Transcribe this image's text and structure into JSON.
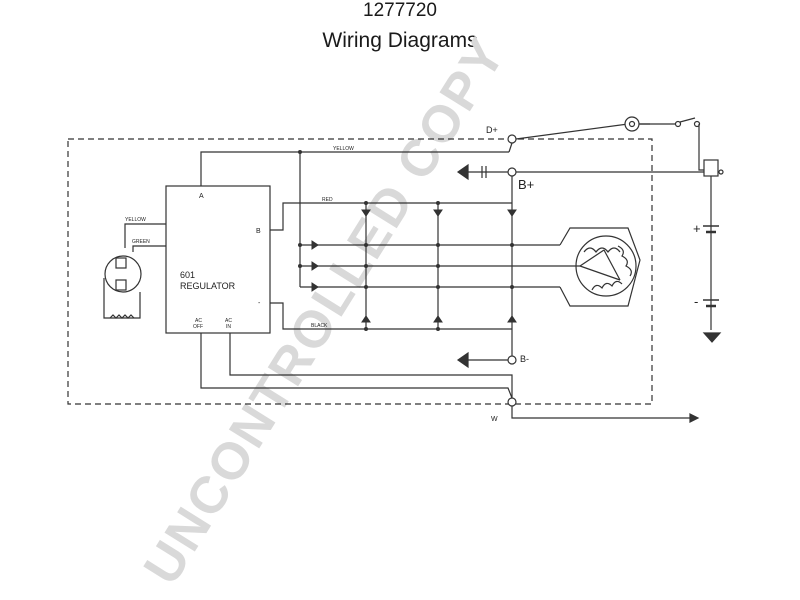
{
  "header": {
    "part_number": "1277720",
    "subtitle": "Wiring Diagrams"
  },
  "terminals": {
    "d_plus": "D+",
    "b_plus": "B+",
    "b_minus": "B-",
    "w": "W"
  },
  "regulator": {
    "name_line1": "601",
    "name_line2": "REGULATOR",
    "pin_a": "A",
    "pin_b": "B",
    "pin_minus": "-",
    "pin_ac_off_1": "AC",
    "pin_ac_off_2": "OFF",
    "pin_ac_in_1": "AC",
    "pin_ac_in_2": "IN"
  },
  "wires": {
    "yellow_top": "YELLOW",
    "red": "RED",
    "black": "BLACK",
    "yellow_left": "YELLOW",
    "green_left": "GREEN"
  },
  "battery": {
    "plus": "+",
    "minus": "-"
  },
  "watermark": "UNCONTROLLED COPY"
}
